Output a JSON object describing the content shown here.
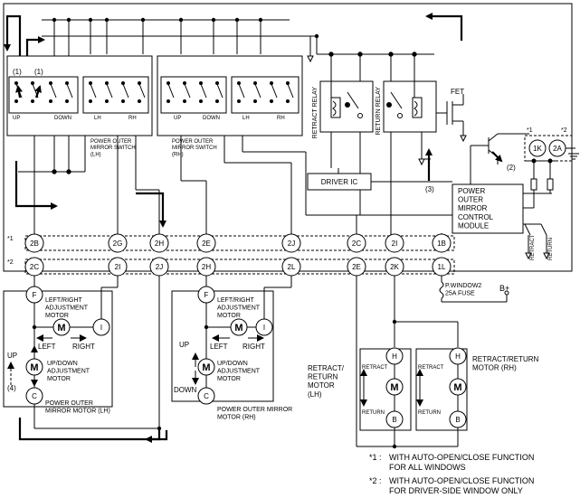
{
  "switches": {
    "lh": {
      "name": "POWER OUTER\nMIRROR SWITCH\n(LH)",
      "labels": [
        "UP",
        "DOWN",
        "LH",
        "RH"
      ],
      "markers": [
        "(1)",
        "(1)"
      ]
    },
    "rh": {
      "name": "POWER OUTER\nMIRROR SWITCH\n(RH)",
      "labels": [
        "UP",
        "DOWN",
        "LH",
        "RH"
      ]
    }
  },
  "relays": {
    "retract": "RETRACT RELAY",
    "return": "RETURN RELAY",
    "fet": "FET"
  },
  "driver_ic": "DRIVER IC",
  "module": "POWER\nOUTER\nMIRROR\nCONTROL\nMODULE",
  "markers": {
    "m2": "(2)",
    "m3": "(3)",
    "m4": "(4)",
    "star1": "*1",
    "star2": "*2"
  },
  "top_connectors": [
    "1K",
    "2A"
  ],
  "switch_labels": {
    "retract": "RETRACT",
    "return": "RETURN"
  },
  "connectors_row1": [
    "2B",
    "2G",
    "2H",
    "2E",
    "2J",
    "2C",
    "2I",
    "1B"
  ],
  "connectors_row2": [
    "2C",
    "2I",
    "2J",
    "2H",
    "2L",
    "2E",
    "2K",
    "1L"
  ],
  "fuse": {
    "label": "P.WINDOW2\n25A FUSE",
    "supply": "B+"
  },
  "motor_lh": {
    "lr_motor": "LEFT/RIGHT\nADJUSTMENT\nMOTOR",
    "ud_motor": "UP/DOWN\nADJUSTMENT\nMOTOR",
    "name": "POWER OUTER\nMIRROR MOTOR (LH)",
    "left": "LEFT",
    "right": "RIGHT",
    "up": "UP",
    "f": "F",
    "i": "I",
    "c": "C",
    "m": "M"
  },
  "motor_rh": {
    "lr_motor": "LEFT/RIGHT\nADJUSTMENT\nMOTOR",
    "ud_motor": "UP/DOWN\nADJUSTMENT\nMOTOR",
    "name": "POWER OUTER MIRROR\nMOTOR (RH)",
    "left": "LEFT",
    "right": "RIGHT",
    "up": "UP",
    "down": "DOWN",
    "f": "F",
    "i": "I",
    "c": "C",
    "m": "M"
  },
  "retract_motors": {
    "lh_name": "RETRACT/\nRETURN\nMOTOR\n(LH)",
    "rh_name": "RETRACT/RETURN\nMOTOR (RH)",
    "retract": "RETRACT",
    "return": "RETURN",
    "h": "H",
    "b": "B",
    "m": "M"
  },
  "notes": [
    {
      "mark": "*1 :",
      "text": "WITH AUTO-OPEN/CLOSE FUNCTION\nFOR ALL WINDOWS"
    },
    {
      "mark": "*2 :",
      "text": "WITH AUTO-OPEN/CLOSE FUNCTION\nFOR DRIVER-SIDE WINDOW ONLY"
    }
  ]
}
